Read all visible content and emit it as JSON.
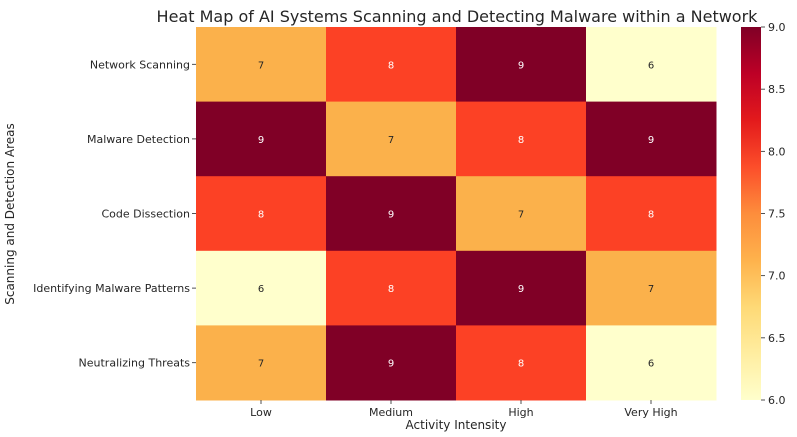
{
  "chart_data": {
    "type": "heatmap",
    "title": "Heat Map of AI Systems Scanning and Detecting Malware within a Network",
    "xlabel": "Activity Intensity",
    "ylabel": "Scanning and Detection Areas",
    "x_categories": [
      "Low",
      "Medium",
      "High",
      "Very High"
    ],
    "y_categories": [
      "Network Scanning",
      "Malware Detection",
      "Code Dissection",
      "Identifying Malware Patterns",
      "Neutralizing Threats"
    ],
    "values": [
      [
        7,
        8,
        9,
        6
      ],
      [
        9,
        7,
        8,
        9
      ],
      [
        8,
        9,
        7,
        8
      ],
      [
        6,
        8,
        9,
        7
      ],
      [
        7,
        9,
        8,
        6
      ]
    ],
    "colorbar": {
      "min": 6.0,
      "max": 9.0,
      "ticks": [
        "6.0",
        "6.5",
        "7.0",
        "7.5",
        "8.0",
        "8.5",
        "9.0"
      ],
      "colormap": "YlOrRd"
    },
    "colors": {
      "6": "#ffffcc",
      "7": "#fbb14b",
      "8": "#fc4125",
      "9": "#800026",
      "text_dark": "#262626",
      "text_light": "#ffffff"
    }
  }
}
